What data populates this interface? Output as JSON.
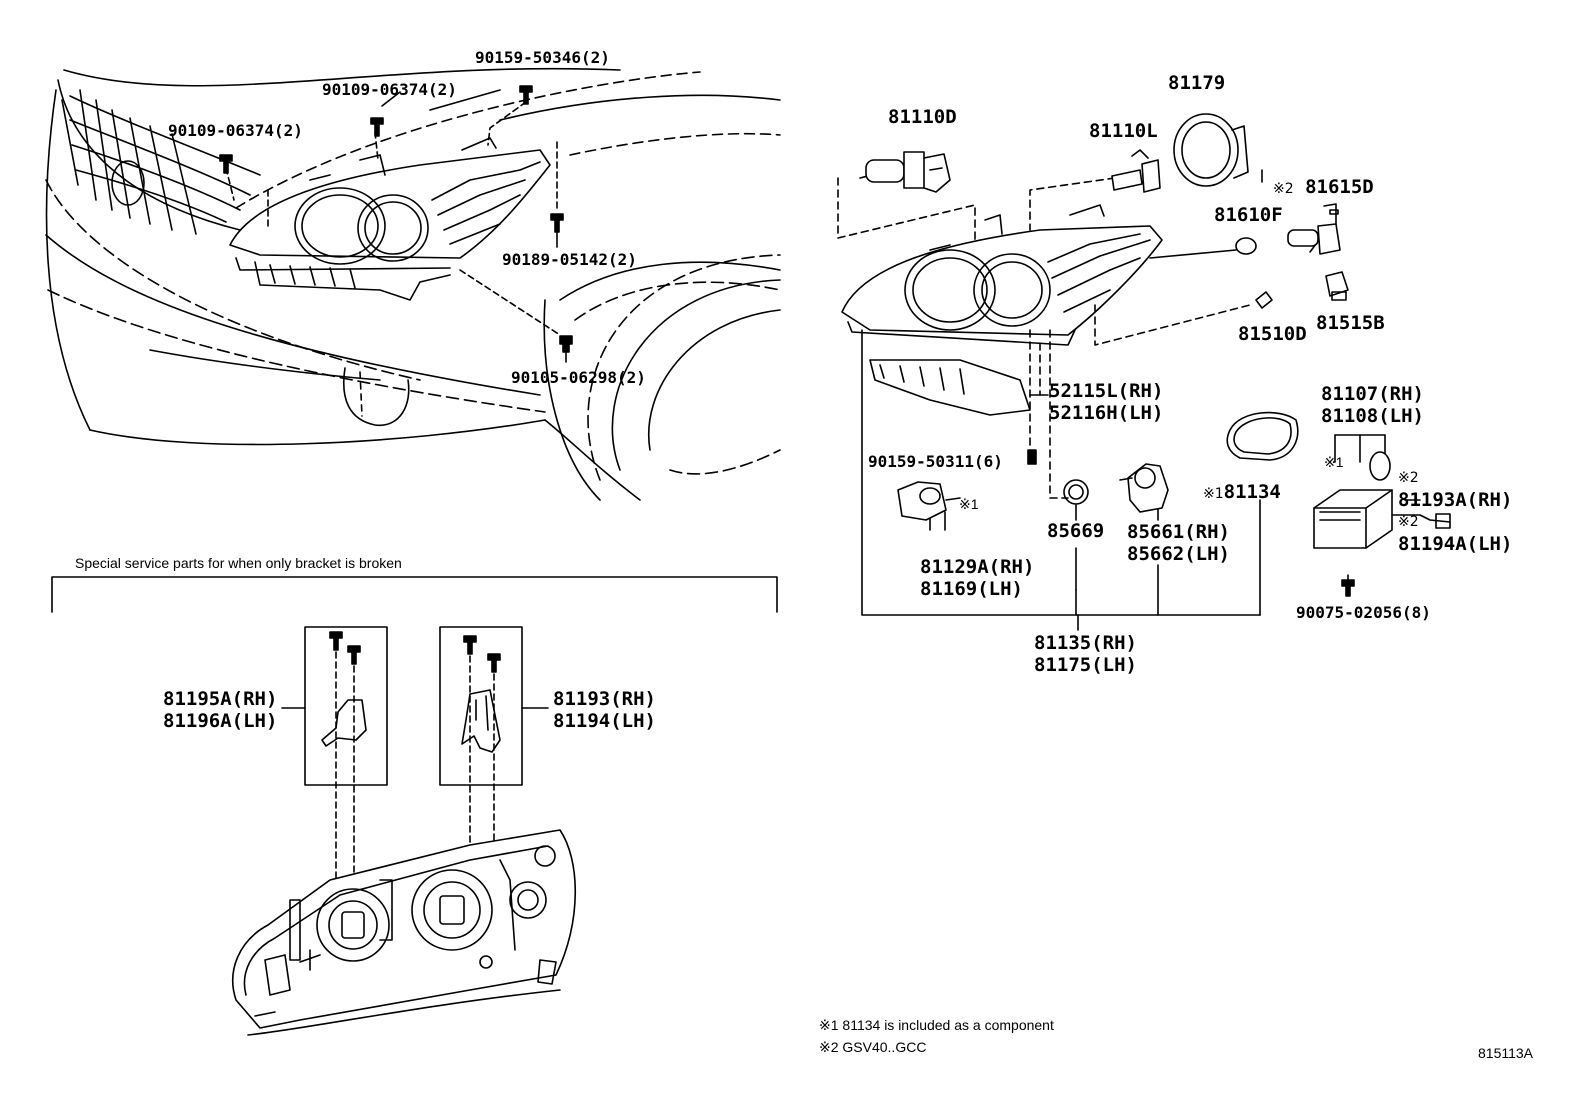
{
  "header_note": "Special service parts for when only bracket is broken",
  "left_fasteners": {
    "p1": "90159-50346(2)",
    "p2": "90109-06374(2)",
    "p3": "90109-06374(2)",
    "p4": "90189-05142(2)",
    "p5": "90105-06298(2)"
  },
  "lamp_parts": {
    "bulb_d": "81110D",
    "bulb_l": "81110L",
    "cover": "81179",
    "socket_mark": "※2",
    "socket": "81615D",
    "bulb_f": "81610F",
    "bulb_510": "81510D",
    "socket_515": "81515B",
    "bracket_rh": "52115L(RH)",
    "bracket_lh": "52116H(LH)",
    "screw": "90159-50311(6)",
    "ballast_rh": "81107(RH)",
    "ballast_lh": "81108(LH)",
    "ballast_mark": "※1",
    "computer_mark_1": "※2",
    "computer_rh": "81193A(RH)",
    "computer_mark_2": "※2",
    "computer_lh": "81194A(LH)",
    "gasket_mark": "※1",
    "gasket": "81134",
    "igniter_mark": "※1",
    "igniter_rh": "81129A(RH)",
    "igniter_lh": "81169(LH)",
    "oring": "85669",
    "motor_rh": "85661(RH)",
    "motor_lh": "85662(LH)",
    "bolt": "90075-02056(8)",
    "assy_rh": "81135(RH)",
    "assy_lh": "81175(LH)"
  },
  "service_parts": {
    "left_rh": "81195A(RH)",
    "left_lh": "81196A(LH)",
    "right_rh": "81193(RH)",
    "right_lh": "81194(LH)"
  },
  "footnotes": {
    "n1": "※1 81134 is included as a component",
    "n2": "※2 GSV40..GCC"
  },
  "figure_id": "815113A"
}
